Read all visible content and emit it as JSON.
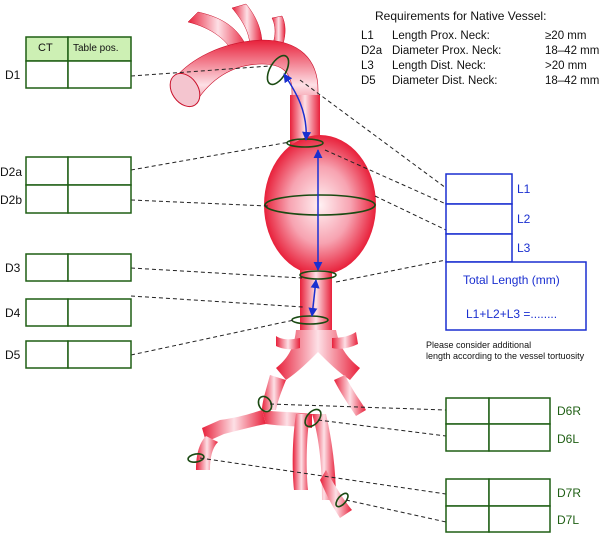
{
  "requirements": {
    "title": "Requirements for Native Vessel:",
    "rows": [
      {
        "code": "L1",
        "label": "Length Prox. Neck:",
        "value": "≥20 mm"
      },
      {
        "code": "D2a",
        "label": "Diameter Prox. Neck:",
        "value": "18–42 mm"
      },
      {
        "code": "L3",
        "label": "Length Dist. Neck:",
        "value": ">20 mm"
      },
      {
        "code": "D5",
        "label": "Diameter Dist. Neck:",
        "value": "18–42 mm"
      }
    ]
  },
  "left_table": {
    "header_ct": "CT",
    "header_table_pos": "Table pos.",
    "rows": [
      "D1",
      "D2a",
      "D2b",
      "D3",
      "D4",
      "D5"
    ]
  },
  "length_panel": {
    "rows": [
      "L1",
      "L2",
      "L3"
    ],
    "total_title": "Total Length (mm)",
    "formula": "L1+L2+L3 =........"
  },
  "note": {
    "line1": "Please consider additional",
    "line2": "length according to the vessel tortuosity"
  },
  "iliac_labels": [
    "D6R",
    "D6L",
    "D7R",
    "D7L"
  ],
  "colors": {
    "box_green": "#1f5f14",
    "header_fill": "#cdf0b4",
    "panel_blue": "#1a2fd0",
    "vessel_red": "#e8203a"
  }
}
